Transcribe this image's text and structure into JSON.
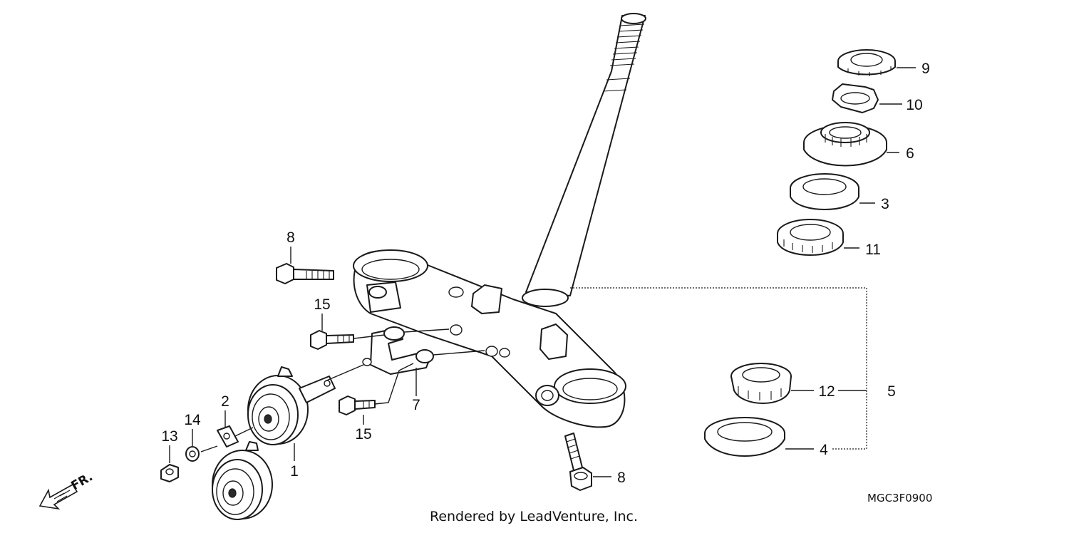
{
  "callouts": {
    "c1": "1",
    "c2": "2",
    "c3": "3",
    "c4": "4",
    "c5": "5",
    "c6": "6",
    "c7": "7",
    "c8a": "8",
    "c8b": "8",
    "c9": "9",
    "c10": "10",
    "c11": "11",
    "c12": "12",
    "c13": "13",
    "c14": "14",
    "c15a": "15",
    "c15b": "15"
  },
  "direction_label": "FR.",
  "drawing_code": "MGC3F0900",
  "credit": "Rendered by LeadVenture, Inc."
}
